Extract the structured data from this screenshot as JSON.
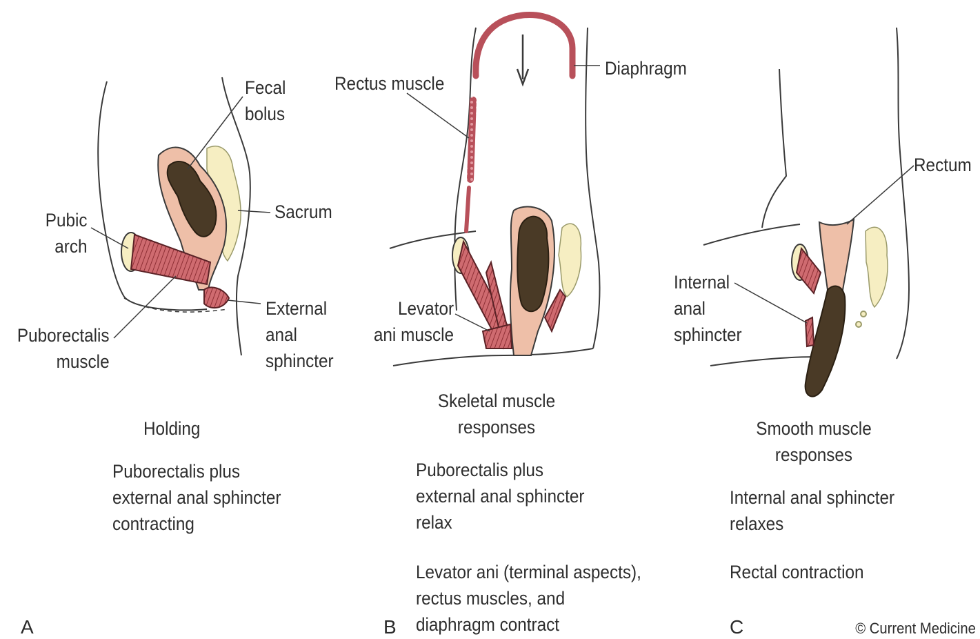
{
  "panels": [
    {
      "letter": "A",
      "labels": {
        "fecal_bolus": "Fecal\nbolus",
        "sacrum": "Sacrum",
        "pubic_arch": "Pubic\narch",
        "external_anal_sphincter": "External\nanal\nsphincter",
        "puborectalis_muscle": "Puborectalis\nmuscle"
      },
      "title": "Holding",
      "captions": [
        "Puborectalis plus\nexternal anal sphincter\ncontracting"
      ]
    },
    {
      "letter": "B",
      "labels": {
        "rectus_muscle": "Rectus muscle",
        "diaphragm": "Diaphragm",
        "levator_ani_muscle": "Levator\nani muscle"
      },
      "title": "Skeletal muscle\nresponses",
      "captions": [
        "Puborectalis plus\nexternal anal sphincter\nrelax",
        "Levator ani (terminal aspects),\nrectus muscles, and\ndiaphragm contract"
      ]
    },
    {
      "letter": "C",
      "labels": {
        "rectum": "Rectum",
        "internal_anal_sphincter": "Internal\nanal\nsphincter"
      },
      "title": "Smooth muscle\nresponses",
      "captions": [
        "Internal anal sphincter\nrelaxes",
        "Rectal contraction"
      ]
    }
  ],
  "copyright": "© Current Medicine",
  "colors": {
    "muscle": "#c9636a",
    "muscle_stripe": "#8e2f35",
    "feces": "#4a3a26",
    "rectum_wall": "#eebfa8",
    "bone": "#f6eec2",
    "outline": "#3a3a3a"
  }
}
